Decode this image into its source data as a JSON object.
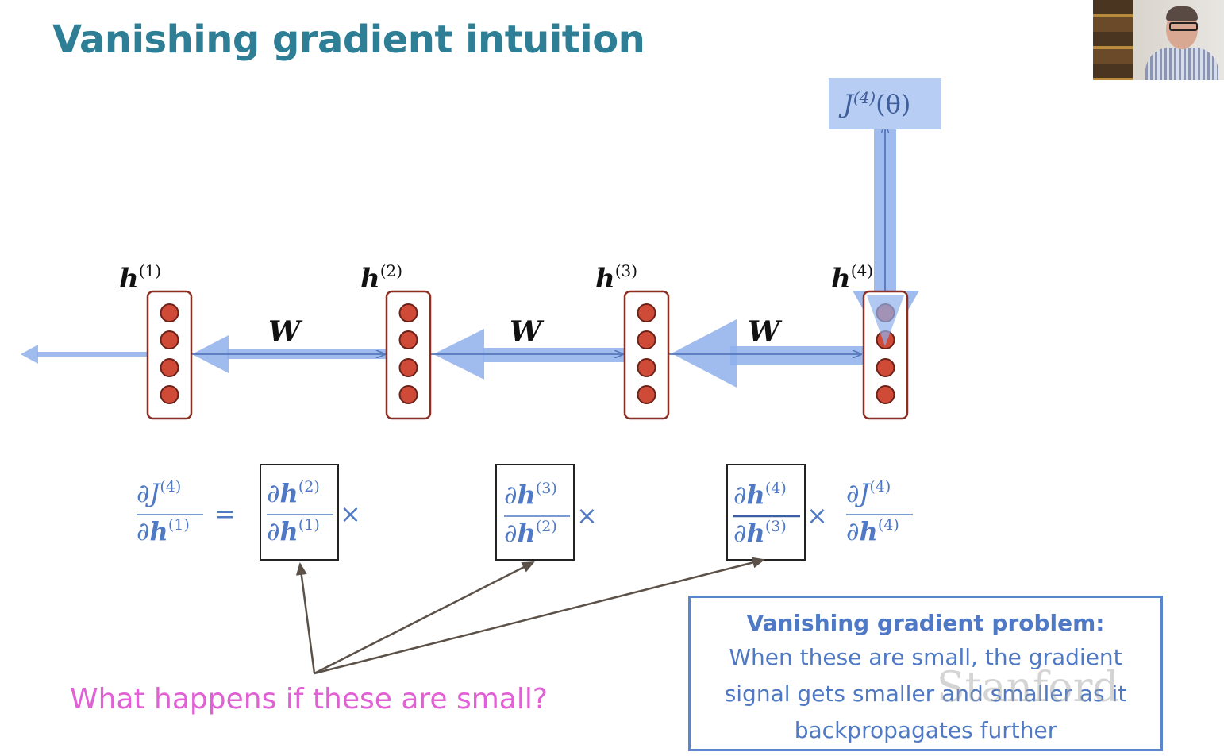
{
  "slide": {
    "title": "Vanishing gradient intuition"
  },
  "diagram": {
    "hidden_states": [
      {
        "label": "h",
        "sup": "(1)"
      },
      {
        "label": "h",
        "sup": "(2)"
      },
      {
        "label": "h",
        "sup": "(3)"
      },
      {
        "label": "h",
        "sup": "(4)"
      }
    ],
    "weights": [
      "W",
      "W",
      "W"
    ],
    "loss": {
      "label": "J",
      "sup": "(4)",
      "arg": "(θ)"
    },
    "colors": {
      "node_fill": "#cf4a37",
      "node_highlight": "#7a5ba0",
      "box_stroke": "#8a2f22",
      "gradient_arrow": "#8fb0ec",
      "thin_arrow": "#5577bb",
      "pointer_arrow": "#5b5148"
    }
  },
  "equation": {
    "partial": "∂",
    "lhs_num": {
      "sym": "J",
      "sup": "(4)"
    },
    "lhs_den": {
      "sym": "h",
      "sup": "(1)"
    },
    "equals": "=",
    "times": "×",
    "factors": [
      {
        "num_sup": "(2)",
        "den_sup": "(1)"
      },
      {
        "num_sup": "(3)",
        "den_sup": "(2)"
      },
      {
        "num_sup": "(4)",
        "den_sup": "(3)"
      }
    ],
    "last": {
      "num_sym": "J",
      "num_sup": "(4)",
      "den_sym": "h",
      "den_sup": "(4)"
    }
  },
  "question": "What happens if these are small?",
  "problem_box": {
    "title": "Vanishing gradient problem:",
    "text": "When these are small, the gradient signal gets smaller and smaller as it backpropagates further"
  },
  "watermark": "Stanford"
}
